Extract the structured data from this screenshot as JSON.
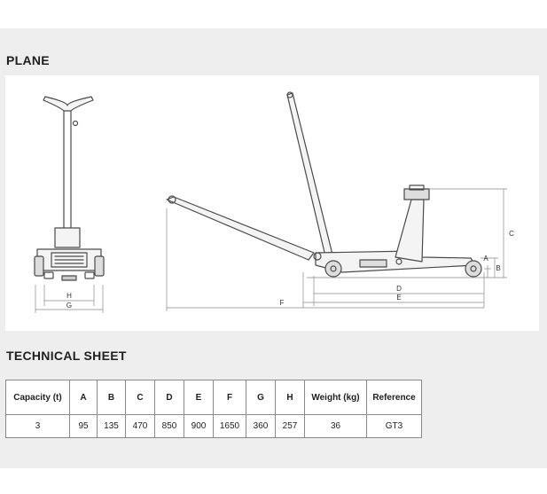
{
  "sections": {
    "plane_title": "PLANE",
    "tech_title": "TECHNICAL SHEET"
  },
  "drawing": {
    "labels": {
      "A": "A",
      "B": "B",
      "C": "C",
      "D": "D",
      "E": "E",
      "F": "F",
      "G": "G",
      "H": "H"
    }
  },
  "table": {
    "headers": [
      "Capacity (t)",
      "A",
      "B",
      "C",
      "D",
      "E",
      "F",
      "G",
      "H",
      "Weight (kg)",
      "Reference"
    ],
    "rows": [
      [
        "3",
        "95",
        "135",
        "470",
        "850",
        "900",
        "1650",
        "360",
        "257",
        "36",
        "GT3"
      ]
    ]
  },
  "colors": {
    "band": "#eeeeee",
    "line": "#4a4a4a",
    "dimension": "#888888"
  }
}
